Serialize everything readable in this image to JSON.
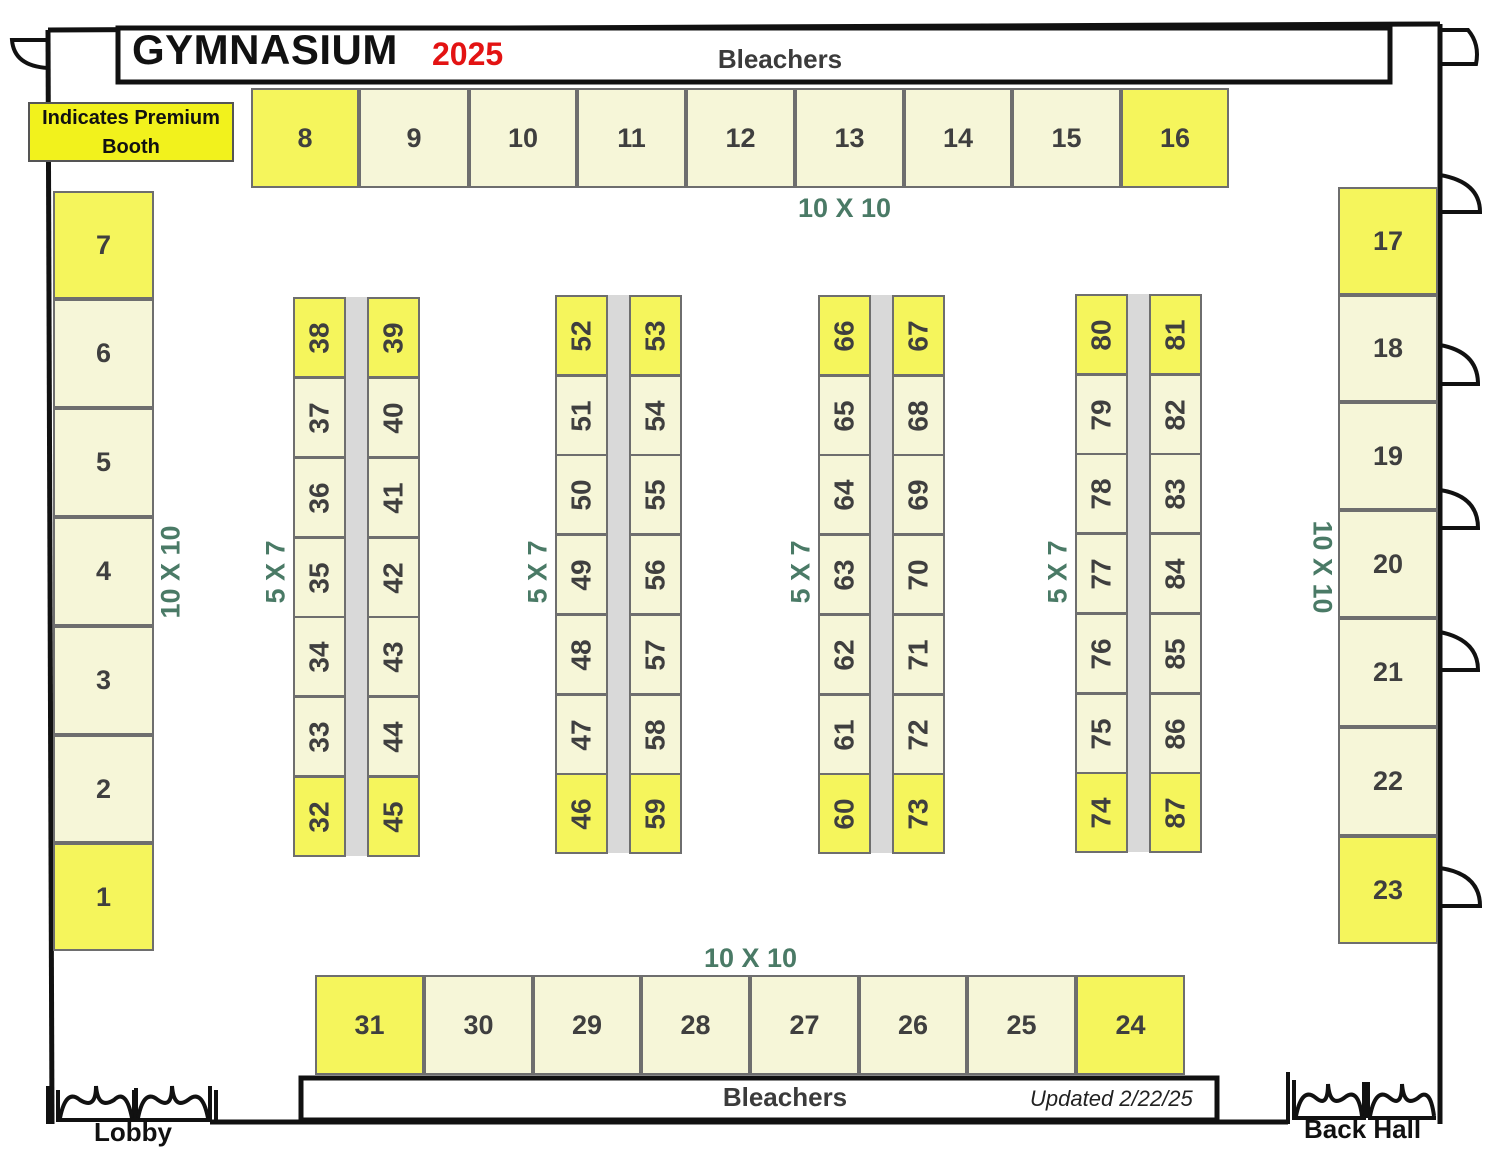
{
  "title": "GYMNASIUM",
  "year": "2025",
  "bleachers_top": "Bleachers",
  "bleachers_bottom": "Bleachers",
  "legend": {
    "line1": "Indicates Premium",
    "line2": "Booth"
  },
  "size_labels": {
    "large": "10 X 10",
    "small": "5 X 7"
  },
  "updated": "Updated 2/22/25",
  "doors": {
    "lobby": "Lobby",
    "back_hall": "Back Hall"
  },
  "colors": {
    "premium": "#f5f55c",
    "standard": "#f6f6d8",
    "size_text": "#4a7a66",
    "year": "#e31313",
    "aisle": "#d9d9d9"
  },
  "booths": {
    "top_row": [
      {
        "n": "8",
        "premium": true
      },
      {
        "n": "9",
        "premium": false
      },
      {
        "n": "10",
        "premium": false
      },
      {
        "n": "11",
        "premium": false
      },
      {
        "n": "12",
        "premium": false
      },
      {
        "n": "13",
        "premium": false
      },
      {
        "n": "14",
        "premium": false
      },
      {
        "n": "15",
        "premium": false
      },
      {
        "n": "16",
        "premium": true
      }
    ],
    "left_column": [
      {
        "n": "7",
        "premium": true
      },
      {
        "n": "6",
        "premium": false
      },
      {
        "n": "5",
        "premium": false
      },
      {
        "n": "4",
        "premium": false
      },
      {
        "n": "3",
        "premium": false
      },
      {
        "n": "2",
        "premium": false
      },
      {
        "n": "1",
        "premium": true
      }
    ],
    "right_column": [
      {
        "n": "17",
        "premium": true
      },
      {
        "n": "18",
        "premium": false
      },
      {
        "n": "19",
        "premium": false
      },
      {
        "n": "20",
        "premium": false
      },
      {
        "n": "21",
        "premium": false
      },
      {
        "n": "22",
        "premium": false
      },
      {
        "n": "23",
        "premium": true
      }
    ],
    "bottom_row": [
      {
        "n": "31",
        "premium": true
      },
      {
        "n": "30",
        "premium": false
      },
      {
        "n": "29",
        "premium": false
      },
      {
        "n": "28",
        "premium": false
      },
      {
        "n": "27",
        "premium": false
      },
      {
        "n": "26",
        "premium": false
      },
      {
        "n": "25",
        "premium": false
      },
      {
        "n": "24",
        "premium": true
      }
    ],
    "center_columns": [
      [
        "38",
        "37",
        "36",
        "35",
        "34",
        "33",
        "32"
      ],
      [
        "39",
        "40",
        "41",
        "42",
        "43",
        "44",
        "45"
      ],
      [
        "52",
        "51",
        "50",
        "49",
        "48",
        "47",
        "46"
      ],
      [
        "53",
        "54",
        "55",
        "56",
        "57",
        "58",
        "59"
      ],
      [
        "66",
        "65",
        "64",
        "63",
        "62",
        "61",
        "60"
      ],
      [
        "67",
        "68",
        "69",
        "70",
        "71",
        "72",
        "73"
      ],
      [
        "80",
        "79",
        "78",
        "77",
        "76",
        "75",
        "74"
      ],
      [
        "81",
        "82",
        "83",
        "84",
        "85",
        "86",
        "87"
      ]
    ],
    "center_premium_positions": [
      0,
      6
    ]
  }
}
